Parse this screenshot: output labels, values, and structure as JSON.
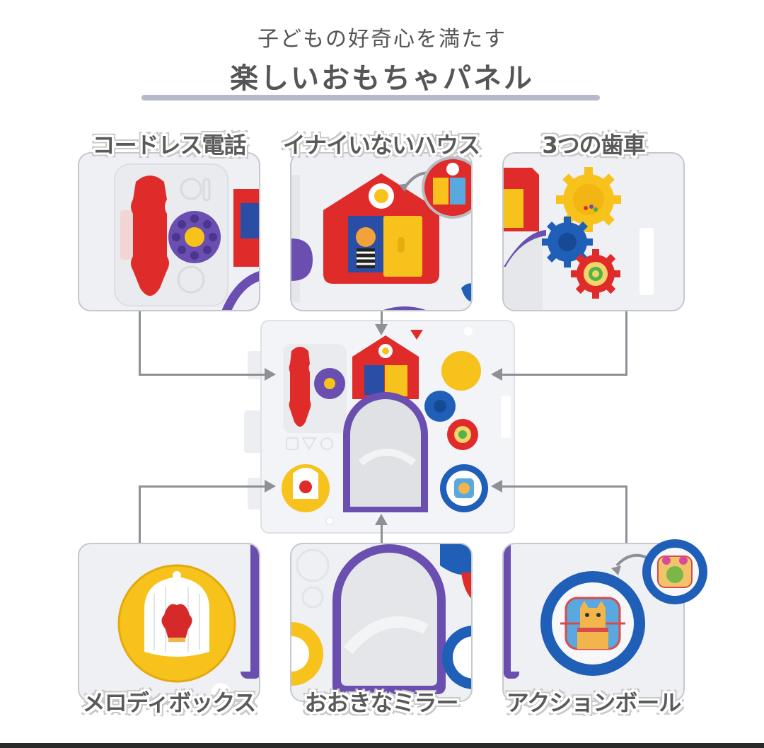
{
  "header": {
    "subtitle": "子どもの好奇心を満たす",
    "title": "楽しいおもちゃパネル",
    "rule_color": "#b8b8cc"
  },
  "features": [
    {
      "id": "cordless-phone",
      "label": "コードレス電話",
      "position": "top-left",
      "icon": "phone-handset-icon"
    },
    {
      "id": "peekaboo-house",
      "label": "イナイいないハウス",
      "position": "top-center",
      "icon": "house-door-icon"
    },
    {
      "id": "three-gears",
      "label": "3つの歯車",
      "position": "top-right",
      "icon": "gears-icon"
    },
    {
      "id": "melody-box",
      "label": "メロディボックス",
      "position": "bottom-left",
      "icon": "birdcage-icon"
    },
    {
      "id": "big-mirror",
      "label": "おおきなミラー",
      "position": "bottom-center",
      "icon": "mirror-icon"
    },
    {
      "id": "action-ball",
      "label": "アクションボール",
      "position": "bottom-right",
      "icon": "spinning-ball-icon"
    }
  ],
  "colors": {
    "red": "#e02b2b",
    "purple": "#6a4fb0",
    "yellow": "#f7c21b",
    "blue": "#1f5fb8",
    "connector": "#8d9096",
    "panel_bg": "#eef0f4"
  }
}
